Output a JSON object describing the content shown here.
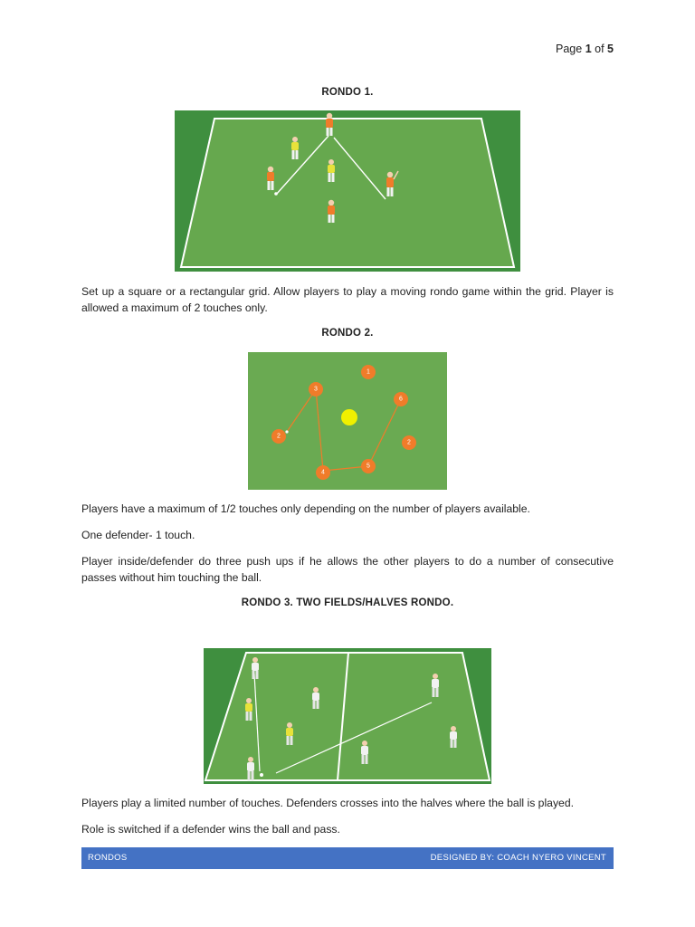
{
  "header": {
    "page_prefix": "Page",
    "page_current": "1",
    "page_of": "of",
    "page_total": "5"
  },
  "rondo1": {
    "title": "RONDO 1.",
    "description": "Set up a square or a rectangular grid. Allow players to play a moving rondo game within the grid. Player is allowed a maximum of 2 touches only."
  },
  "rondo2": {
    "title": "RONDO 2.",
    "player_numbers": [
      "1",
      "3",
      "6",
      "2",
      "2",
      "4",
      "5"
    ],
    "paragraphs": [
      "Players have a maximum of 1/2 touches only depending on the number of players available.",
      "One defender- 1 touch.",
      "Player inside/defender do three push ups if he allows the other players to do a number of consecutive passes without him touching the ball."
    ]
  },
  "rondo3": {
    "title": "RONDO 3. TWO FIELDS/HALVES RONDO.",
    "paragraphs": [
      "Players play a limited number of touches. Defenders crosses into the halves where the ball is played.",
      "Role is switched if a defender wins the ball and pass."
    ]
  },
  "footer": {
    "left": "RONDOS",
    "right": "DESIGNED BY: COACH NYERO VINCENT"
  },
  "colors": {
    "pitch_dark": "#3f8f3f",
    "pitch_light": "#6aaa52",
    "player_orange": "#f07c2a",
    "player_yellow": "#e8e23a",
    "footer_blue": "#4472c4"
  }
}
